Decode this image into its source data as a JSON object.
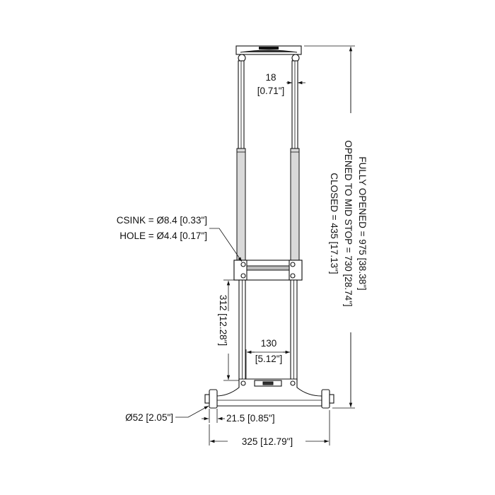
{
  "dimensions": {
    "handle_width": {
      "value": "18",
      "imperial": "[0.71\"]"
    },
    "fully_opened": "FULLY OPENED = 975 [38.38\"]",
    "mid_stop": "OPENED TO MID STOP = 730 [28.74\"]",
    "closed": "CLOSED = 435 [17.13\"]",
    "csink": "CSINK = Ø8.4 [0.33\"]",
    "hole": "HOLE = Ø4.4 [0.17\"]",
    "lower_height": "312 [12.28\"]",
    "inner_span": {
      "value": "130",
      "imperial": "[5.12\"]"
    },
    "wheel_diameter": "Ø52 [2.05\"]",
    "wheel_offset": "21.5 [0.85\"]",
    "overall_width": "325 [12.79\"]"
  },
  "colors": {
    "line": "#111111",
    "tube_fill": "#d9d9d9",
    "background": "#ffffff"
  }
}
